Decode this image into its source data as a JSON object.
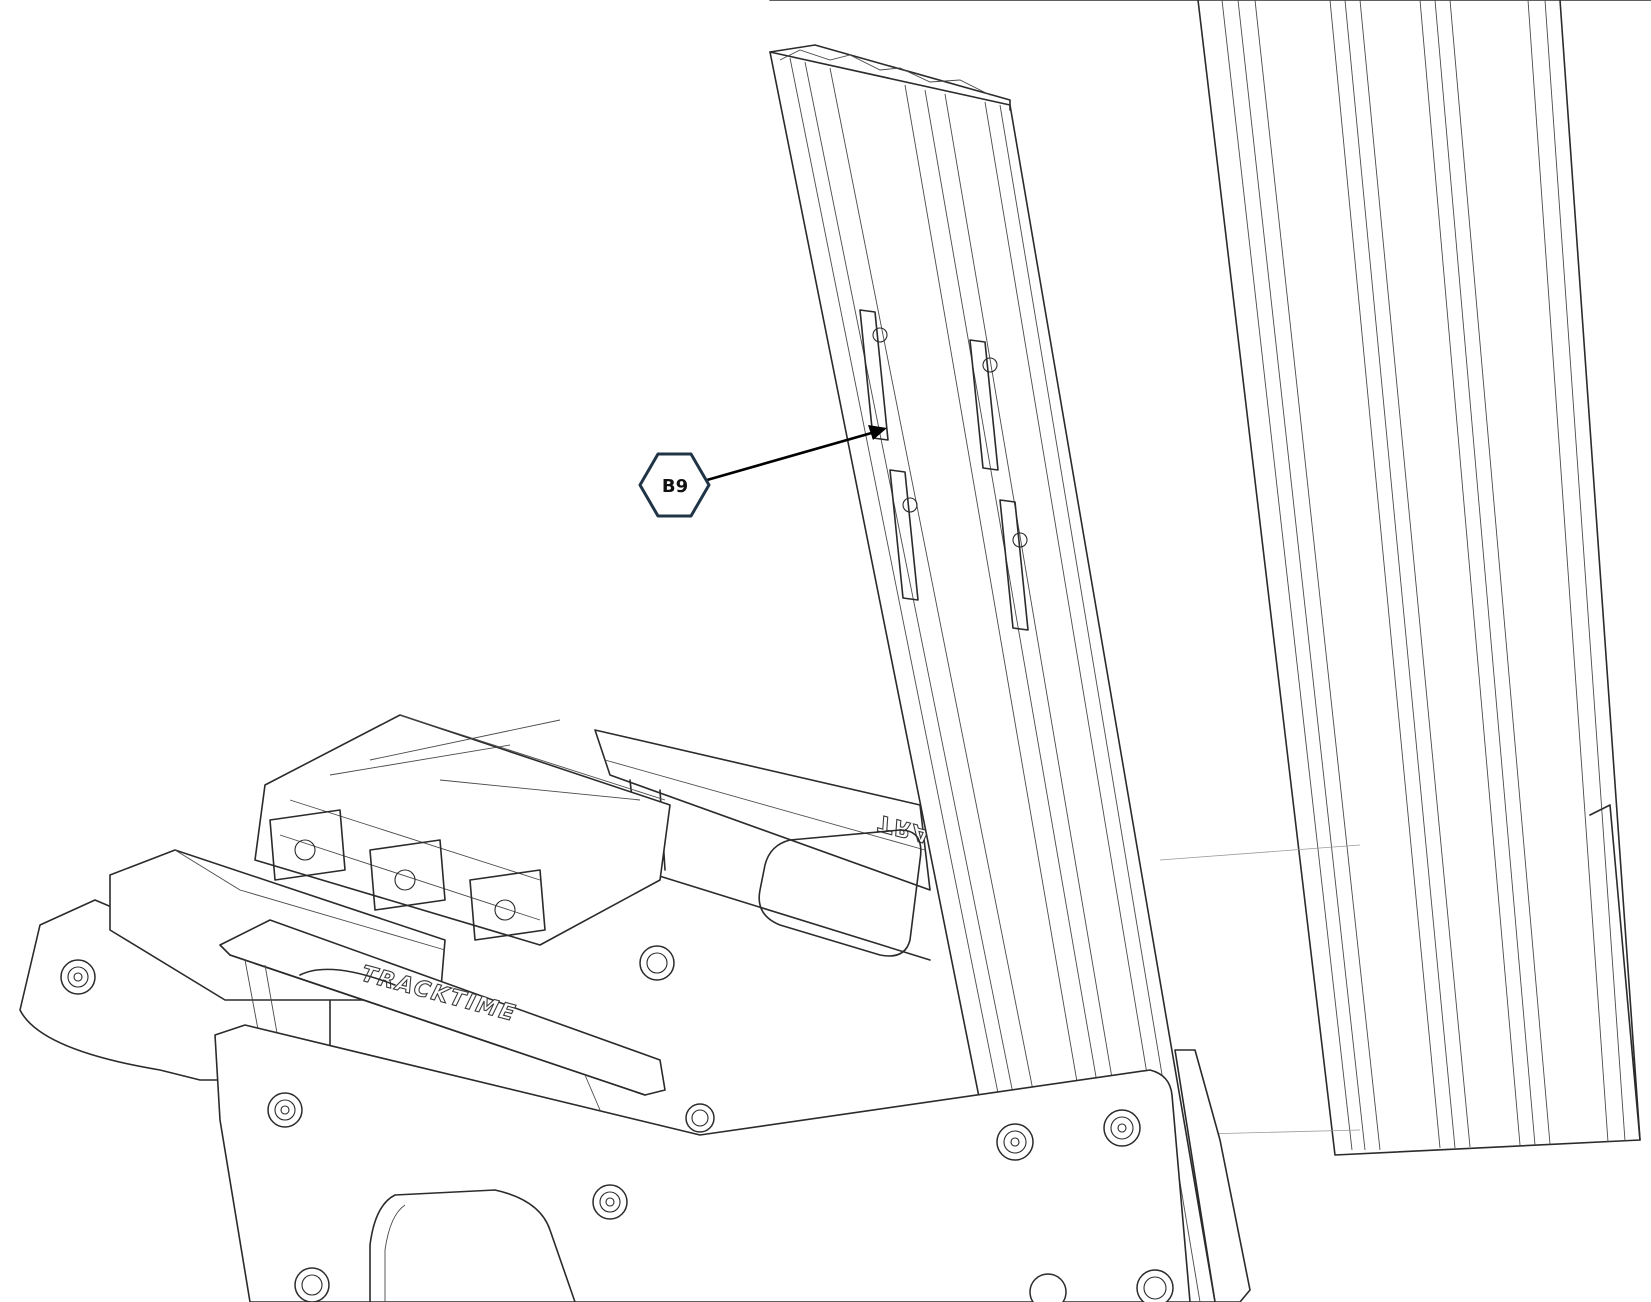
{
  "callout": {
    "label": "B9",
    "accent_color": "#1f3446"
  },
  "logos": {
    "front_plate_text": "TRACKTIME",
    "rear_plate_text": "TRACKTIME"
  }
}
